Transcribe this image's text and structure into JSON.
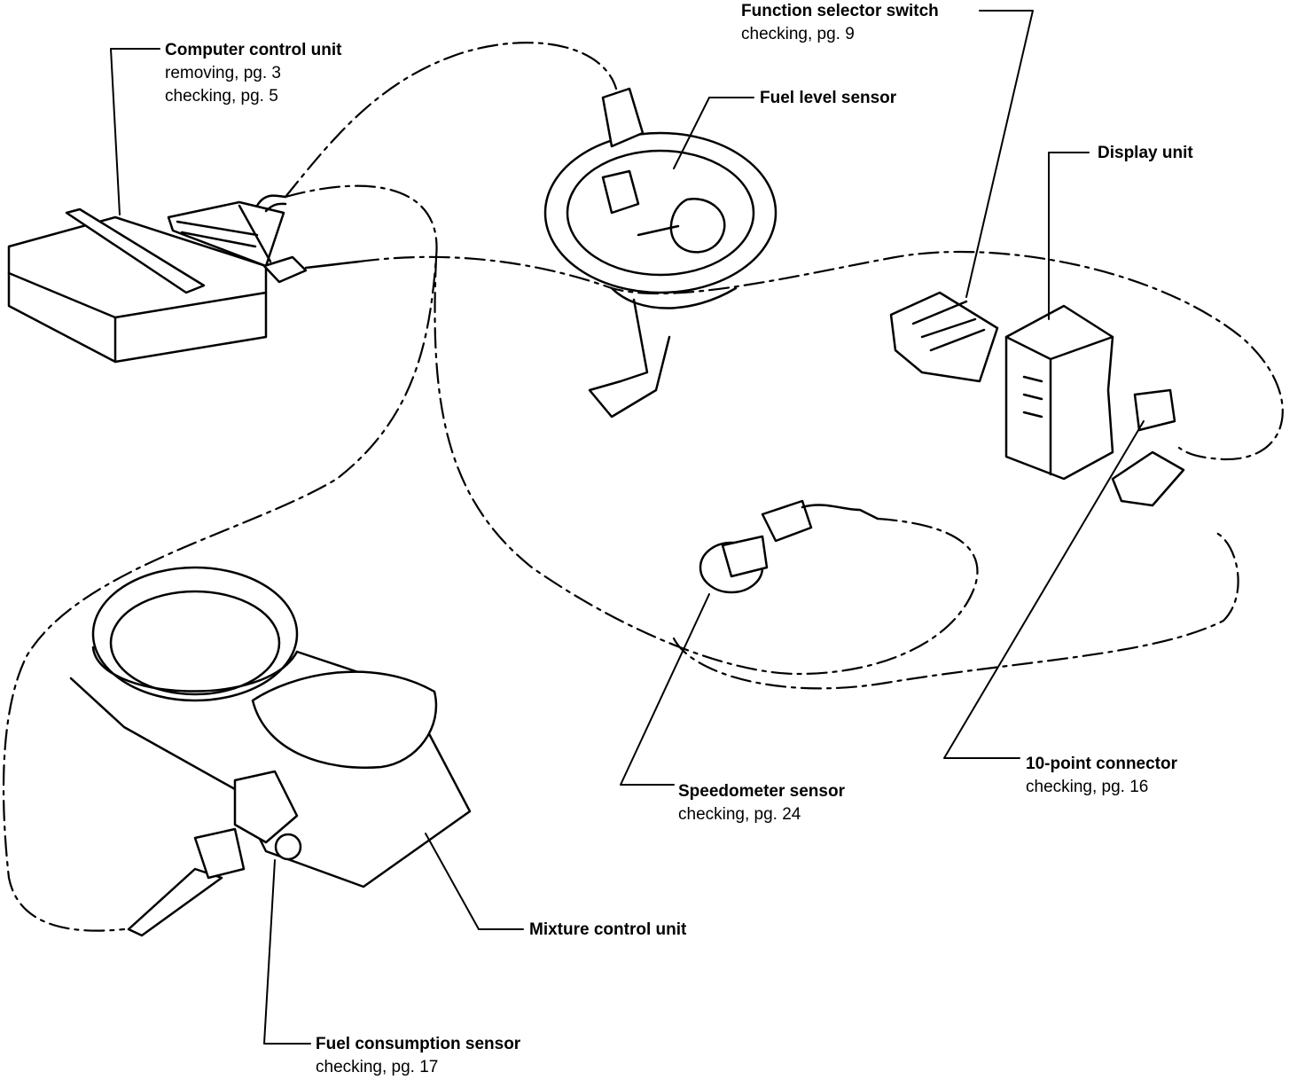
{
  "components": {
    "computer_control_unit": {
      "title": "Computer control unit",
      "lines": [
        "removing, pg. 3",
        "checking, pg. 5"
      ]
    },
    "function_selector_switch": {
      "title": "Function selector switch",
      "lines": [
        "checking, pg. 9"
      ]
    },
    "fuel_level_sensor": {
      "title": "Fuel level sensor",
      "lines": []
    },
    "display_unit": {
      "title": "Display unit",
      "lines": []
    },
    "speedometer_sensor": {
      "title": "Speedometer sensor",
      "lines": [
        "checking, pg. 24"
      ]
    },
    "ten_point_connector": {
      "title": "10-point connector",
      "lines": [
        "checking, pg. 16"
      ]
    },
    "mixture_control_unit": {
      "title": "Mixture control unit",
      "lines": []
    },
    "fuel_consumption_sensor": {
      "title": "Fuel consumption sensor",
      "lines": [
        "checking, pg. 17"
      ]
    }
  },
  "colors": {
    "ink": "#000000",
    "paper": "#ffffff"
  }
}
